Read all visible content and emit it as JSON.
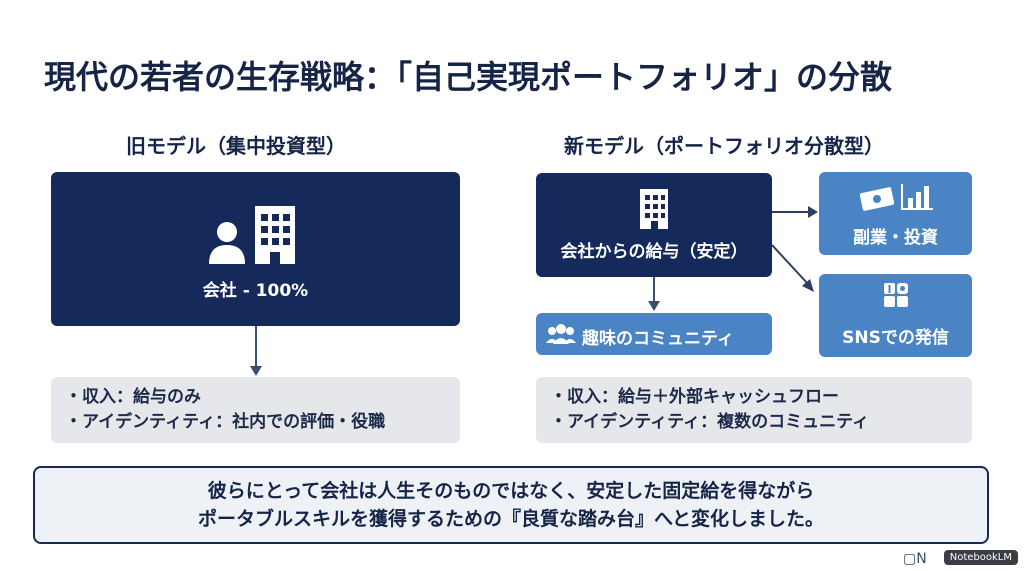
{
  "title": "現代の若者の生存戦略：「自己実現ポートフォリオ」の分散",
  "old_model": {
    "heading": "旧モデル（集中投資型）",
    "box_label": "会社 - 100%",
    "bullets": [
      "・収入：給与のみ",
      "・アイデンティティ：社内での評価・役職"
    ]
  },
  "new_model": {
    "heading": "新モデル（ポートフォリオ分散型）",
    "main_box_label": "会社からの給与（安定）",
    "side_invest_label": "副業・投資",
    "sns_label": "SNSでの発信",
    "community_label": "趣味のコミュニティ",
    "bullets": [
      "・収入：給与＋外部キャッシュフロー",
      "・アイデンティティ：複数のコミュニティ"
    ]
  },
  "summary": [
    "彼らにとって会社は人生そのものではなく、安定した固定給を得ながら",
    "ポータブルスキルを獲得するための『良質な踏み台』へと変化しました。"
  ],
  "brand": {
    "logo_text": "N",
    "badge_text": "NotebookLM"
  },
  "colors": {
    "navy": "#152a5a",
    "blue": "#4a84c4",
    "gray": "#e6e7ea"
  }
}
